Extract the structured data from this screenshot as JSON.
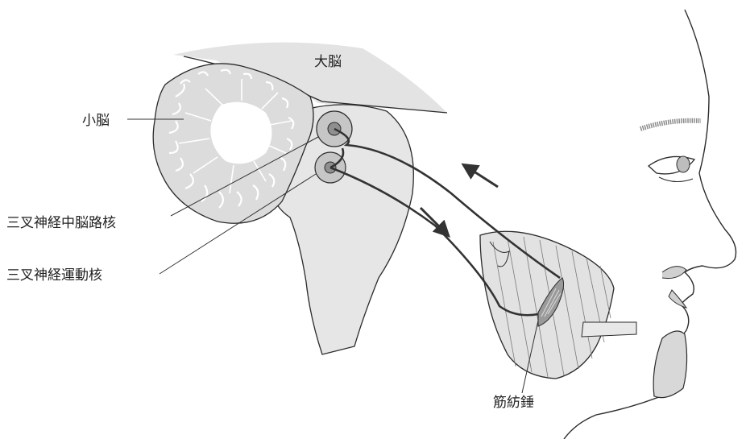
{
  "labels": {
    "cerebrum": "大脳",
    "cerebellum": "小脳",
    "mesencephalic_nucleus": "三叉神経中脳路核",
    "motor_nucleus": "三叉神経運動核",
    "muscle_spindle": "筋紡錘"
  },
  "colors": {
    "line": "#2b2b2b",
    "tissue_fill": "#e4e4e4",
    "cerebellum_fill": "#dcdcdc",
    "nucleus_fill": "#c6c6c6",
    "background": "#ffffff"
  }
}
